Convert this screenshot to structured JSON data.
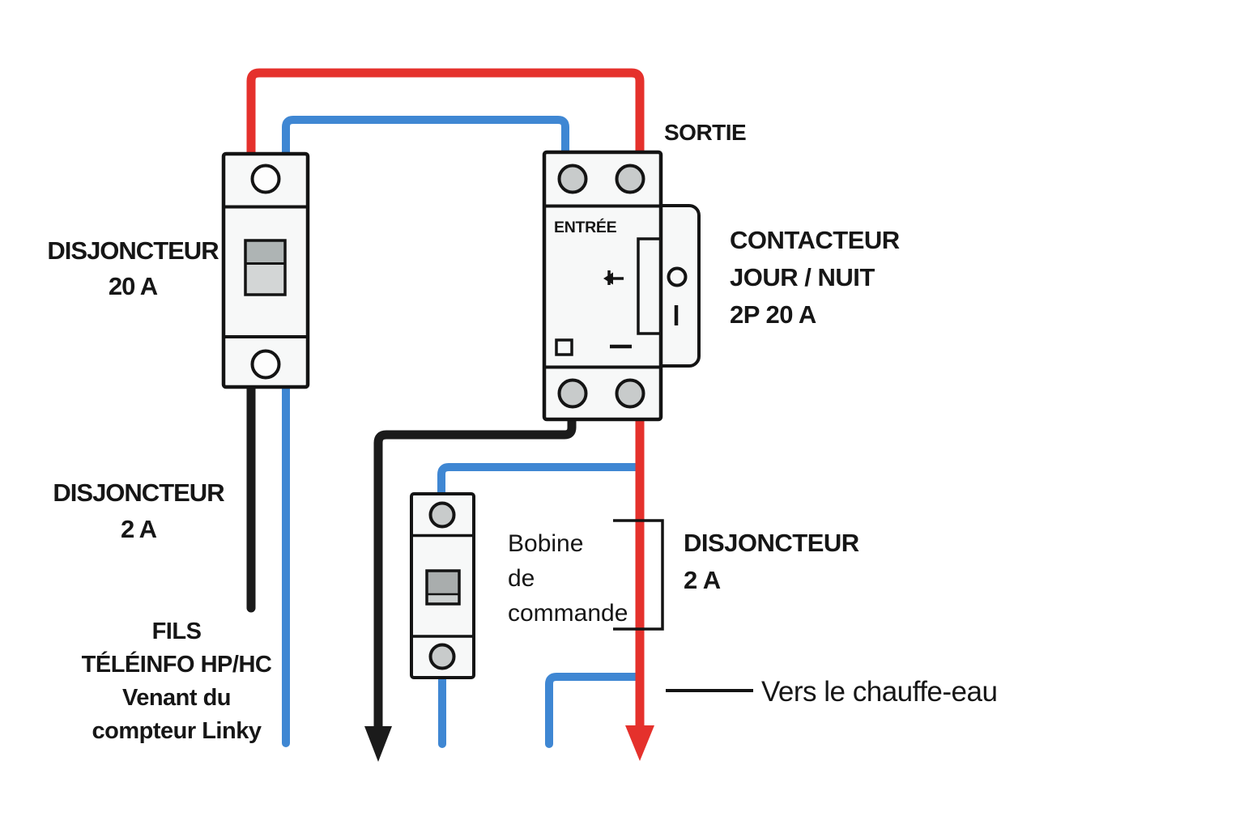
{
  "diagram": {
    "labels": {
      "breaker20": {
        "l1": "DISJONCTEUR",
        "l2": "20 A"
      },
      "sortie": "SORTIE",
      "entree": "ENTRÉE",
      "contactor": {
        "l1": "CONTACTEUR",
        "l2": "JOUR / NUIT",
        "l3": "2P 20 A"
      },
      "breaker2_left": {
        "l1": "DISJONCTEUR",
        "l2": "2 A"
      },
      "fils": {
        "l1": "FILS",
        "l2": "TÉLÉINFO HP/HC",
        "l3": "Venant du",
        "l4": "compteur Linky"
      },
      "bobine": {
        "l1": "Bobine",
        "l2": "de",
        "l3": "commande"
      },
      "breaker2_right": {
        "l1": "DISJONCTEUR",
        "l2": "2 A"
      },
      "vers": "Vers le chauffe-eau"
    },
    "symbols": {
      "contact_open": "O",
      "contact_closed": "I",
      "manual_override": "left-arrow",
      "pilot_output": "down-arrow-black",
      "phase_output": "down-arrow-red"
    },
    "colors": {
      "phase_red": "#e5312c",
      "neutral_blue": "#3f87d3",
      "pilot_black": "#1b1b1b",
      "device_body": "#f7f8f8",
      "terminal_gray": "#c8cbcb",
      "switch_dark": "#aeb4b4",
      "switch_light": "#d3d6d6"
    }
  }
}
